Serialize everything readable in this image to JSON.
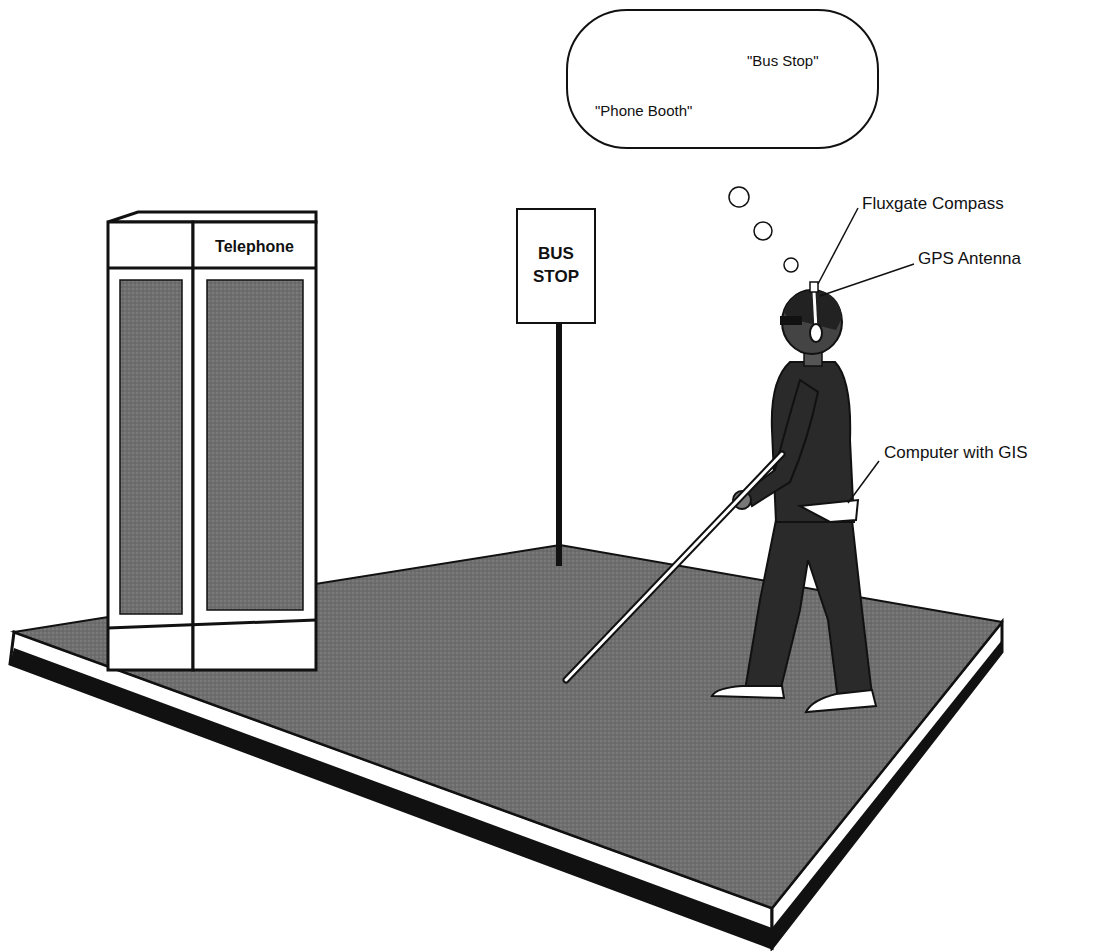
{
  "diagram": {
    "nodes": [
      {
        "text": [
          "\"Bus Stop\"",
          "\"Phone Booth\""
        ]
      },
      {
        "text": [
          "Telephone"
        ]
      },
      {
        "text": [
          "BUS STOP"
        ]
      }
    ],
    "labels": [
      "Fluxgate Compass",
      "GPS Antenna",
      "Computer with GIS"
    ]
  }
}
